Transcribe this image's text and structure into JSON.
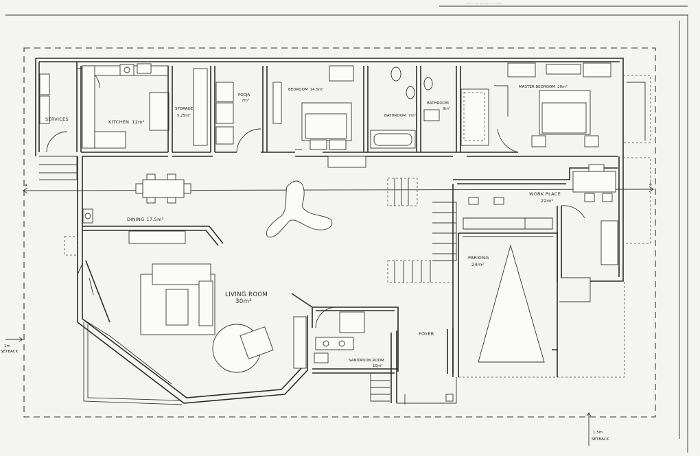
{
  "header": {
    "text": "··· ·· ··· ·········· · ······"
  },
  "setbacks": {
    "left": [
      "1m",
      "SETBACK"
    ],
    "bottom": [
      "1.5m",
      "SETBACK"
    ]
  },
  "section_marker": {
    "left": "A",
    "right": "A"
  },
  "rooms": {
    "services": {
      "name": "SERVICES",
      "area": ""
    },
    "kitchen": {
      "name": "KITCHEN",
      "area": "12m²"
    },
    "storage": {
      "name": "STORAGE",
      "area": "5.25m²"
    },
    "pooja": {
      "name": "POOJA",
      "area": "7m²"
    },
    "bedroom": {
      "name": "BEDROOM",
      "area": "14.5m²"
    },
    "bathroom1": {
      "name": "BATHROOM",
      "area": "7m²"
    },
    "bathroom2": {
      "name": "BATHROOM",
      "area": "9m²"
    },
    "master_bedroom": {
      "name": "MASTER BEDROOM",
      "area": "20m²"
    },
    "work_place": {
      "name": "WORK PLACE",
      "area": "22m²"
    },
    "dining": {
      "name": "DINING",
      "area": "17.5m²"
    },
    "parking": {
      "name": "PARKING",
      "area": "24m²"
    },
    "living_room": {
      "name": "LIVING ROOM",
      "area": "30m²"
    },
    "foyer": {
      "name": "FOYER",
      "area": ""
    },
    "sanitation": {
      "name": "SANITATION ROOM",
      "area": "10m²"
    }
  }
}
